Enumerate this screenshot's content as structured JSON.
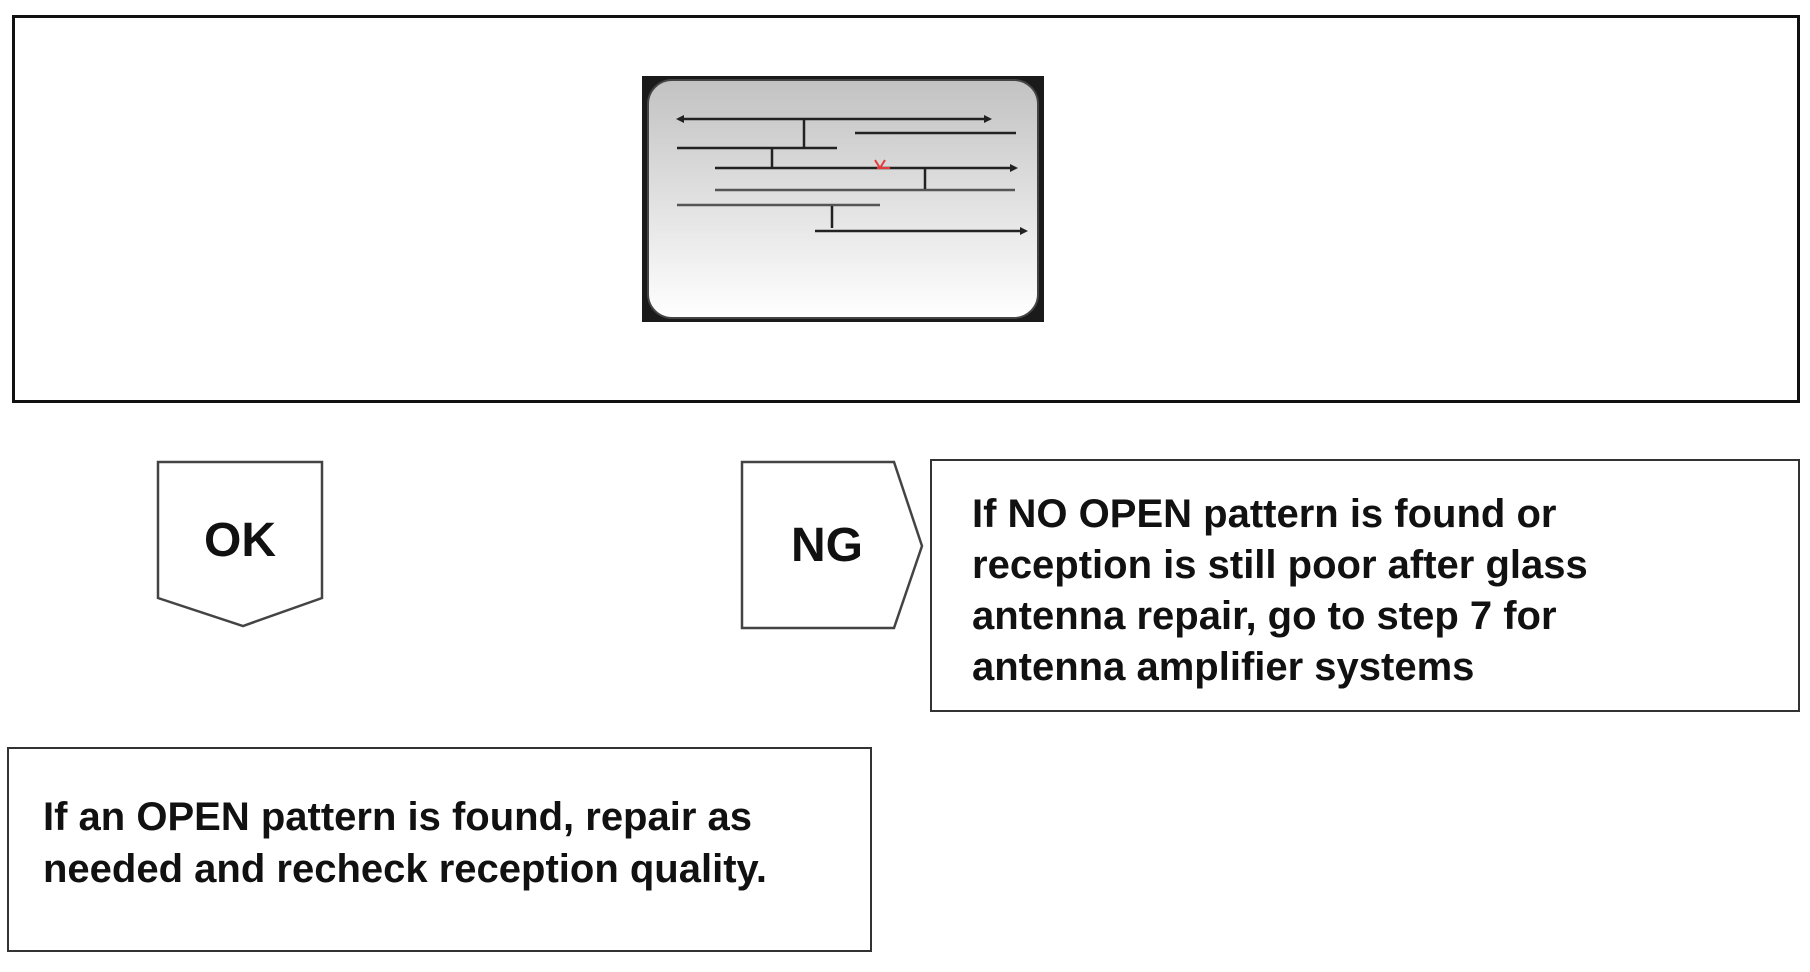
{
  "colors": {
    "frame": "#111111",
    "glass_gradient_top": "#c2c2c2",
    "glass_gradient_bottom": "#ffffff",
    "heater_lines": "#222222",
    "break_mark": "#e43a3a",
    "box_border": "#333333",
    "text": "#111111"
  },
  "flow": {
    "ok_label": "OK",
    "ng_label": "NG"
  },
  "ng_box": {
    "lines": [
      "If NO OPEN pattern is found or",
      "reception is still poor after glass",
      "antenna repair, go to step 7 for",
      "antenna amplifier systems"
    ]
  },
  "ok_box": {
    "lines": [
      "If an OPEN pattern is found, repair as",
      "needed and recheck reception quality."
    ]
  }
}
